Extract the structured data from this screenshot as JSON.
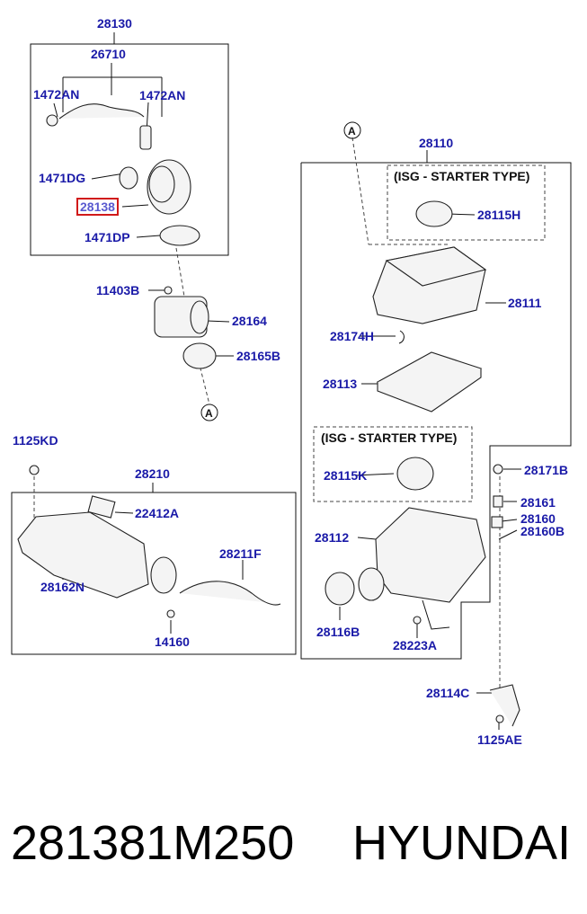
{
  "accent_color": "#1a1aa8",
  "highlight_color": "#d11a1a",
  "callouts": {
    "ref_a": "A",
    "ref_a2": "A"
  },
  "labels": {
    "p28130": "28130",
    "p26710": "26710",
    "p1472AN_l": "1472AN",
    "p1472AN_r": "1472AN",
    "p1471DG": "1471DG",
    "p28138": "28138",
    "p1471DP": "1471DP",
    "p11403B": "11403B",
    "p28164": "28164",
    "p28165B": "28165B",
    "p28110": "28110",
    "isg1": "(ISG - STARTER TYPE)",
    "p28115H": "28115H",
    "p28111": "28111",
    "p28174H": "28174H",
    "p28113": "28113",
    "isg2": "(ISG - STARTER TYPE)",
    "p28115K": "28115K",
    "p1125KD": "1125KD",
    "p28210": "28210",
    "p22412A": "22412A",
    "p28211F": "28211F",
    "p28162N": "28162N",
    "p14160": "14160",
    "p28171B": "28171B",
    "p28161": "28161",
    "p28160": "28160",
    "p28160B": "28160B",
    "p28112": "28112",
    "p28116B": "28116B",
    "p28223A": "28223A",
    "p28114C": "28114C",
    "p1125AE": "1125AE"
  },
  "footer": {
    "part_number": "281381M250",
    "brand": "HYUNDAI"
  }
}
